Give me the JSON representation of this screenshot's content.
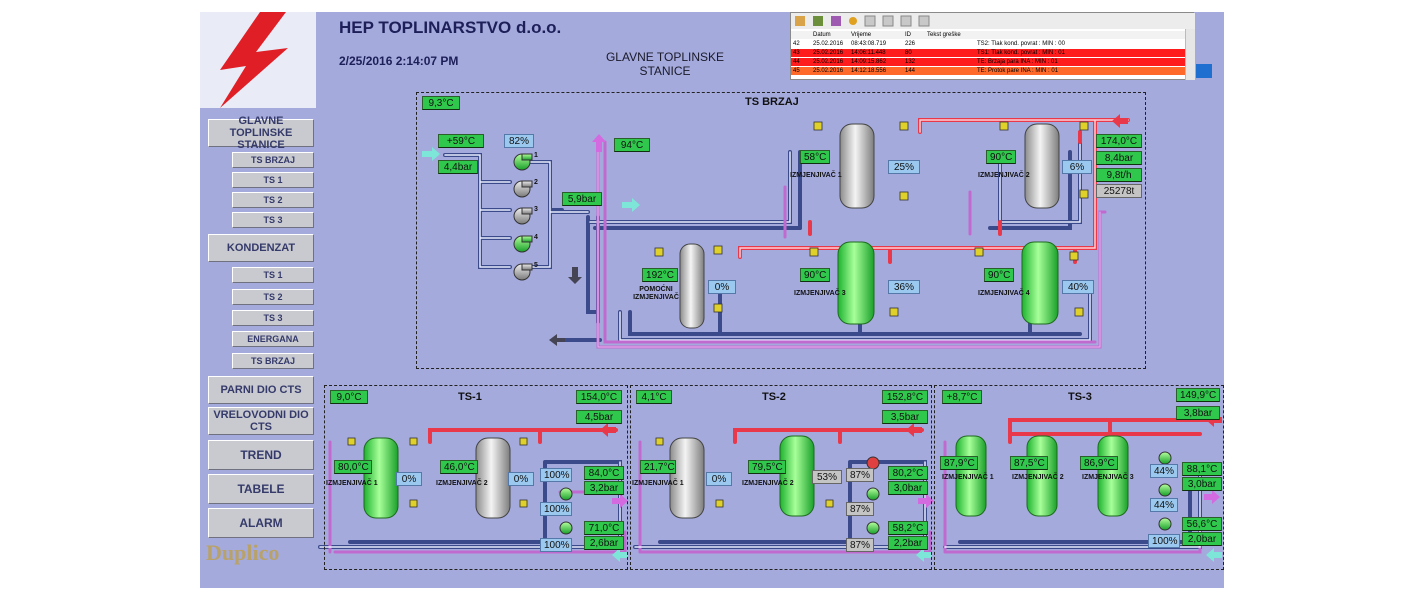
{
  "header": {
    "company": "HEP TOPLINARSTVO d.o.o.",
    "datetime": "2/25/2016 2:14:07 PM",
    "screen_title_line1": "GLAVNE TOPLINSKE",
    "screen_title_line2": "STANICE"
  },
  "sidebar": {
    "main_button": "GLAVNE TOPLINSKE STANICE",
    "main_subs": [
      "TS BRZAJ",
      "TS 1",
      "TS 2",
      "TS 3"
    ],
    "kondenzat": "KONDENZAT",
    "kondenzat_subs": [
      "TS 1",
      "TS 2",
      "TS 3",
      "ENERGANA",
      "TS BRZAJ"
    ],
    "parni": "PARNI DIO CTS",
    "vrelovodni": "VRELOVODNI DIO CTS",
    "trend": "TREND",
    "tabele": "TABELE",
    "alarm": "ALARM",
    "brand": "Duplico"
  },
  "alarm_list": {
    "headers": [
      "Datum",
      "Vrijeme",
      "ID",
      "Tekst greške"
    ],
    "rows": [
      {
        "n": "42",
        "date": "25.02.2016",
        "time": "08:43:08.719",
        "id": "226",
        "text": "TS2: Tlak kond. povrat : MIN :   00",
        "color": "#ffffff"
      },
      {
        "n": "43",
        "date": "25.02.2016",
        "time": "14:06:11.448",
        "id": "80",
        "text": "TS1: Tlak kond. povrat : MIN :   01",
        "color": "#ff1c1c"
      },
      {
        "n": "44",
        "date": "25.02.2016",
        "time": "14:09:15.862",
        "id": "132",
        "text": "TE: Brzaja para INA : MIN :   01",
        "color": "#ff1c1c"
      },
      {
        "n": "45",
        "date": "25.02.2016",
        "time": "14:12:18.556",
        "id": "144",
        "text": "TE: Protok pare INA : MIN :   01",
        "color": "#ff6a2a"
      }
    ]
  },
  "brzaj": {
    "title": "TS BRZAJ",
    "ambient": "9,3°C",
    "pump_temp": "+59°C",
    "pump_press": "4,4bar",
    "pump_pct": "82%",
    "pumps": [
      "1",
      "2",
      "3",
      "4",
      "5"
    ],
    "header_press": "5,9bar",
    "return_temp": "94°C",
    "hx1": {
      "label": "IZMJENJIVAČ 1",
      "temp": "58°C",
      "pct": "25%"
    },
    "hx2": {
      "label": "IZMJENJIVAČ 2",
      "temp": "90°C",
      "pct": "6%"
    },
    "hxp": {
      "label1": "POMOĆNI",
      "label2": "IZMJENJIVAČ",
      "temp": "192°C",
      "pct": "0%"
    },
    "hx3": {
      "label": "IZMJENJIVAČ 3",
      "temp": "90°C",
      "pct": "36%"
    },
    "hx4": {
      "label": "IZMJENJIVAČ 4",
      "temp": "90°C",
      "pct": "40%"
    },
    "steam_temp": "174,0°C",
    "steam_press": "8,4bar",
    "steam_flow": "9,8t/h",
    "steam_total": "25278t"
  },
  "ts1": {
    "title": "TS-1",
    "ambient": "9,0°C",
    "in_temp": "154,0°C",
    "in_press": "4,5bar",
    "hx1": {
      "label": "IZMJENJIVAČ 1",
      "temp": "80,0°C",
      "pct": "0%"
    },
    "hx2": {
      "label": "IZMJENJIVAČ 2",
      "temp": "46,0°C",
      "pct": "0%"
    },
    "pumps": [
      "100%",
      "100%",
      "100%"
    ],
    "out_temp": "84,0°C",
    "out_press": "3,2bar",
    "ret_temp": "71,0°C",
    "ret_press": "2,6bar"
  },
  "ts2": {
    "title": "TS-2",
    "ambient": "4,1°C",
    "in_temp": "152,8°C",
    "in_press": "3,5bar",
    "hx1": {
      "label": "IZMJENJIVAČ 1",
      "temp": "21,7°C",
      "pct": "0%"
    },
    "hx2": {
      "label": "IZMJENJIVAČ 2",
      "temp": "79,5°C",
      "pct": "53%"
    },
    "pumps": [
      "87%",
      "87%",
      "87%"
    ],
    "out_temp": "80,2°C",
    "out_press": "3,0bar",
    "ret_temp": "58,2°C",
    "ret_press": "2,2bar"
  },
  "ts3": {
    "title": "TS-3",
    "ambient": "+8,7°C",
    "in_temp": "149,9°C",
    "in_press": "3,8bar",
    "hx1": {
      "label": "IZMJENJIVAČ 1",
      "temp": "87,9°C"
    },
    "hx2": {
      "label": "IZMJENJIVAČ 2",
      "temp": "87,5°C"
    },
    "hx3": {
      "label": "IZMJENJIVAČ 3",
      "temp": "86,9°C"
    },
    "pumps": [
      "44%",
      "44%",
      "100%"
    ],
    "out_temp": "88,1°C",
    "out_press": "3,0bar",
    "ret_temp": "56,6°C",
    "ret_press": "2,0bar"
  },
  "colors": {
    "background": "#a4aadc",
    "value_green": "#30c84c",
    "value_blue": "#9bc8ee",
    "steam_red": "#e8384a",
    "water_pink": "#d07ad8",
    "alarm_red": "#ff1c1c"
  }
}
